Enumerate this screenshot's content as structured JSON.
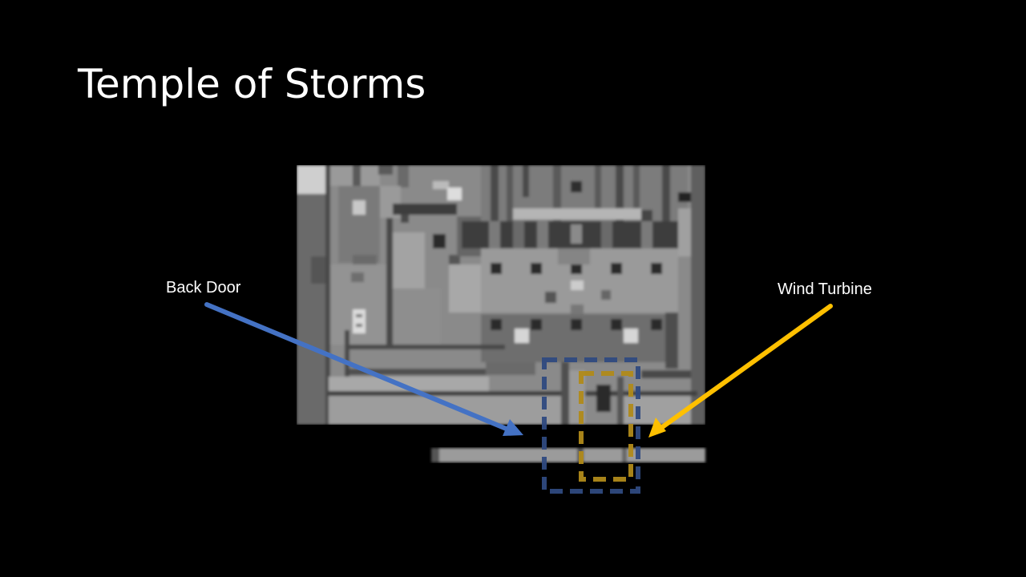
{
  "slide": {
    "title": "Temple of Storms"
  },
  "callouts": [
    {
      "label": "Back Door",
      "color": "#4472c4"
    },
    {
      "label": "Wind Turbine",
      "color": "#ffc000"
    }
  ],
  "map": {
    "description_icon": "game-level-top-down-map",
    "highlight_back_door_color": "#2f4a80",
    "highlight_wind_turbine_color": "#b08a1a"
  }
}
